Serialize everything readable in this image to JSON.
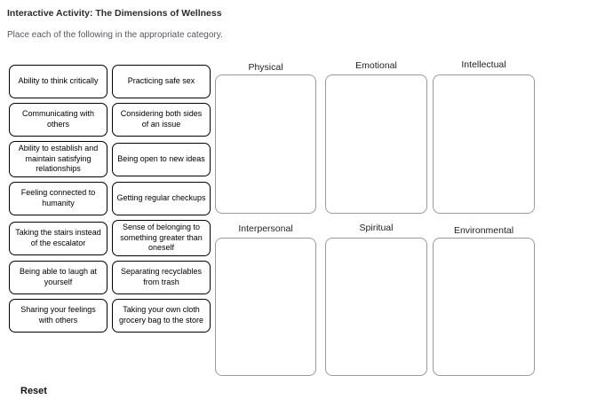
{
  "header": {
    "title": "Interactive Activity: The Dimensions of Wellness",
    "instructions": "Place each of the following in the appropriate category."
  },
  "items": [
    "Ability to think critically",
    "Practicing safe sex",
    "Communicating with others",
    "Considering both sides of an issue",
    "Ability to establish and maintain satisfying relationships",
    "Being open to new ideas",
    "Feeling connected to humanity",
    "Getting regular checkups",
    "Taking the stairs instead of the escalator",
    "Sense of belonging to something greater than oneself",
    "Being able to laugh at yourself",
    "Separating recyclables from trash",
    "Sharing your feelings with others",
    "Taking your own cloth grocery bag to the store"
  ],
  "categories": [
    "Physical",
    "Emotional",
    "Intellectual",
    "Interpersonal",
    "Spiritual",
    "Environmental"
  ],
  "footer": {
    "reset_label": "Reset"
  },
  "colors": {
    "item_border": "#000000",
    "dropzone_border": "#9a9a9a",
    "title_text": "#2b2b2b",
    "instructions_text": "#55585e"
  }
}
